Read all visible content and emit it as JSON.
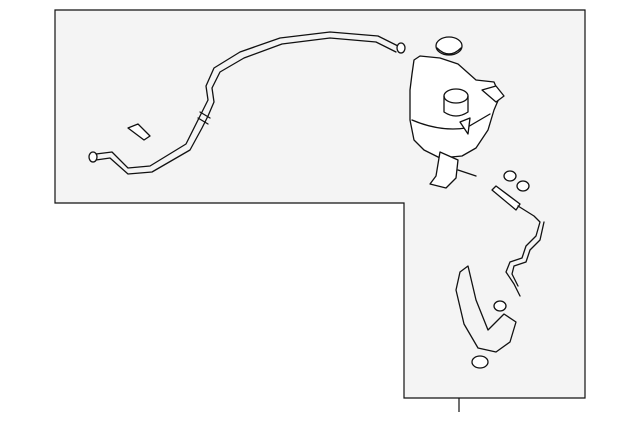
{
  "diagram": {
    "colors": {
      "background": "#ffffff",
      "panel": "#f4f4f4",
      "line": "#111111"
    },
    "parts": [
      "coolant-hose",
      "clip-bracket",
      "reservoir-cap",
      "coolant-reservoir",
      "hose-clamp",
      "overflow-tube",
      "lower-hose"
    ]
  }
}
